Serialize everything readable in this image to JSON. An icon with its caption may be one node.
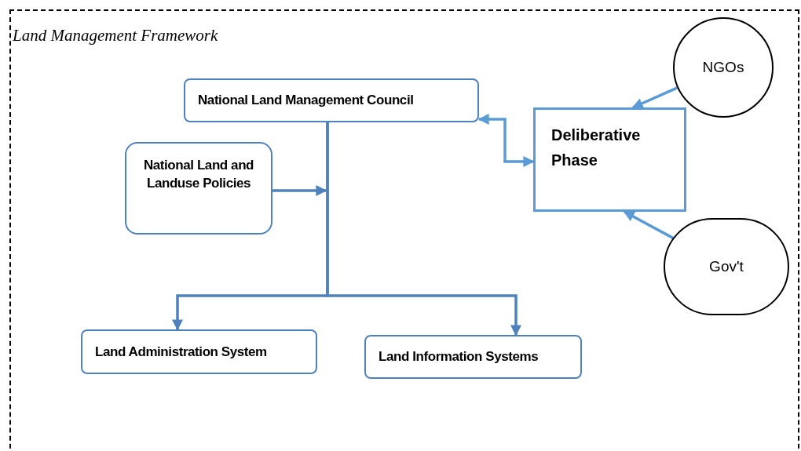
{
  "diagram": {
    "title": "Land Management Framework",
    "nodes": [
      {
        "text": [
          "National Land Management Council"
        ]
      },
      {
        "text": [
          "National Land and Landuse Policies"
        ]
      },
      {
        "text": [
          "Deliberative Phase"
        ]
      },
      {
        "text": [
          "NGOs"
        ]
      },
      {
        "text": [
          "Gov't"
        ]
      },
      {
        "text": [
          "Land Administration System"
        ]
      },
      {
        "text": [
          "Land Information Systems"
        ]
      }
    ],
    "edges": [
      {
        "from": 0,
        "to": 5,
        "arrow": "to",
        "color": "#4f81bd"
      },
      {
        "from": 0,
        "to": 6,
        "arrow": "to",
        "color": "#4f81bd"
      },
      {
        "from": 1,
        "to": null,
        "arrow": "to",
        "color": "#4f81bd"
      },
      {
        "from": 2,
        "to": 0,
        "arrow": "both"
      },
      {
        "from": 3,
        "to": 2,
        "arrow": "to"
      },
      {
        "from": 4,
        "to": 2,
        "arrow": "to"
      }
    ]
  }
}
